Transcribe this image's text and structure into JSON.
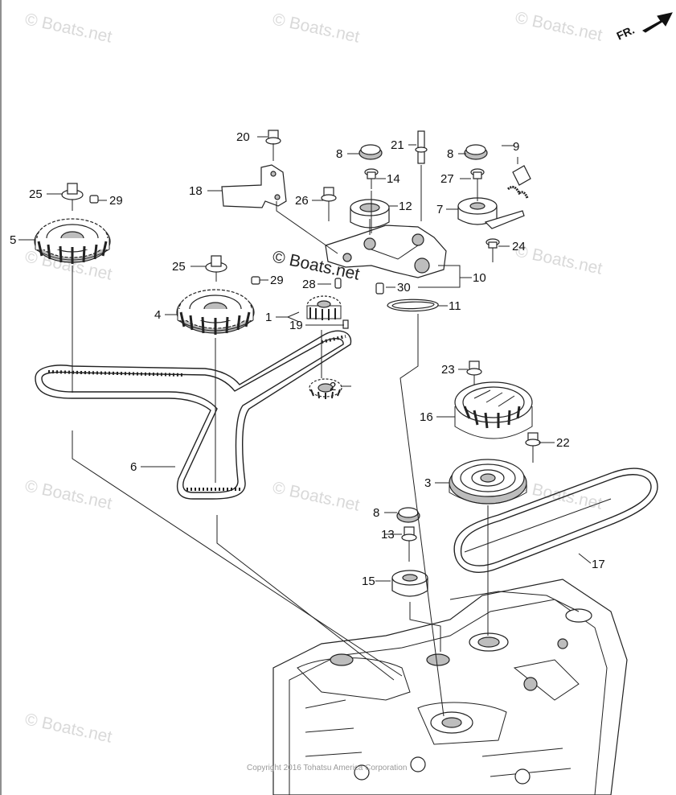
{
  "watermark": {
    "text": "© Boats.net"
  },
  "orientation": {
    "label": "FR."
  },
  "copyright": "Copyright 2016 Tohatsu America Corporation",
  "callouts": [
    {
      "number": "1"
    },
    {
      "number": "2"
    },
    {
      "number": "3"
    },
    {
      "number": "4"
    },
    {
      "number": "5"
    },
    {
      "number": "6"
    },
    {
      "number": "7"
    },
    {
      "number": "8"
    },
    {
      "number": "9"
    },
    {
      "number": "10"
    },
    {
      "number": "11"
    },
    {
      "number": "12"
    },
    {
      "number": "13"
    },
    {
      "number": "14"
    },
    {
      "number": "15"
    },
    {
      "number": "16"
    },
    {
      "number": "17"
    },
    {
      "number": "18"
    },
    {
      "number": "19"
    },
    {
      "number": "20"
    },
    {
      "number": "21"
    },
    {
      "number": "22"
    },
    {
      "number": "23"
    },
    {
      "number": "24"
    },
    {
      "number": "25"
    },
    {
      "number": "26"
    },
    {
      "number": "27"
    },
    {
      "number": "28"
    },
    {
      "number": "29"
    },
    {
      "number": "30"
    }
  ],
  "colors": {
    "line": "#222222",
    "watermark": "#d9d9d9"
  }
}
